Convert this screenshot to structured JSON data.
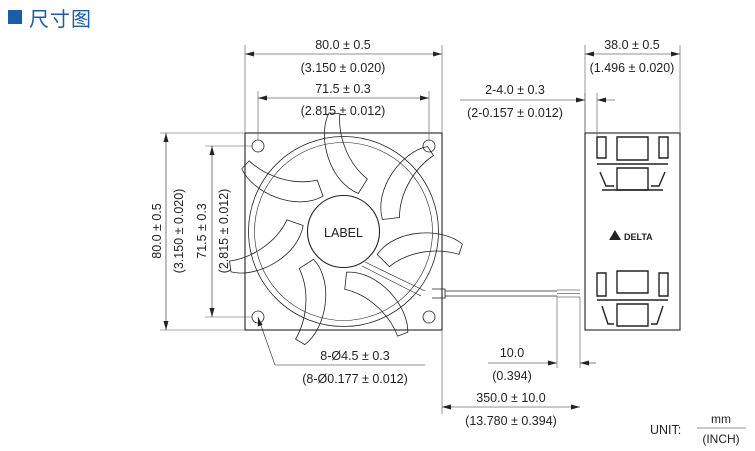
{
  "header": {
    "title": "尺寸图",
    "accent": "#1a5ea8"
  },
  "front_view": {
    "label": "LABEL",
    "width_outer": "80.0 ± 0.5",
    "width_outer_inch": "(3.150 ± 0.020)",
    "width_holes": "71.5 ± 0.3",
    "width_holes_inch": "(2.815 ± 0.012)",
    "height_outer": "80.0 ± 0.5",
    "height_outer_inch": "(3.150 ± 0.020)",
    "height_holes": "71.5 ± 0.3",
    "height_holes_inch": "(2.815 ± 0.012)",
    "hole_dia": "8-Ø4.5 ± 0.3",
    "hole_dia_inch": "(8-Ø0.177 ± 0.012)"
  },
  "side_view": {
    "depth": "38.0 ± 0.5",
    "depth_inch": "(1.496 ± 0.020)",
    "flange": "2-4.0 ± 0.3",
    "flange_inch": "(2-0.157 ± 0.012)",
    "brand": "DELTA"
  },
  "cable": {
    "strip": "10.0",
    "strip_inch": "(0.394)",
    "length": "350.0 ± 10.0",
    "length_inch": "(13.780 ± 0.394)"
  },
  "unit": {
    "prefix": "UNIT:",
    "top": "mm",
    "bottom": "(INCH)"
  }
}
